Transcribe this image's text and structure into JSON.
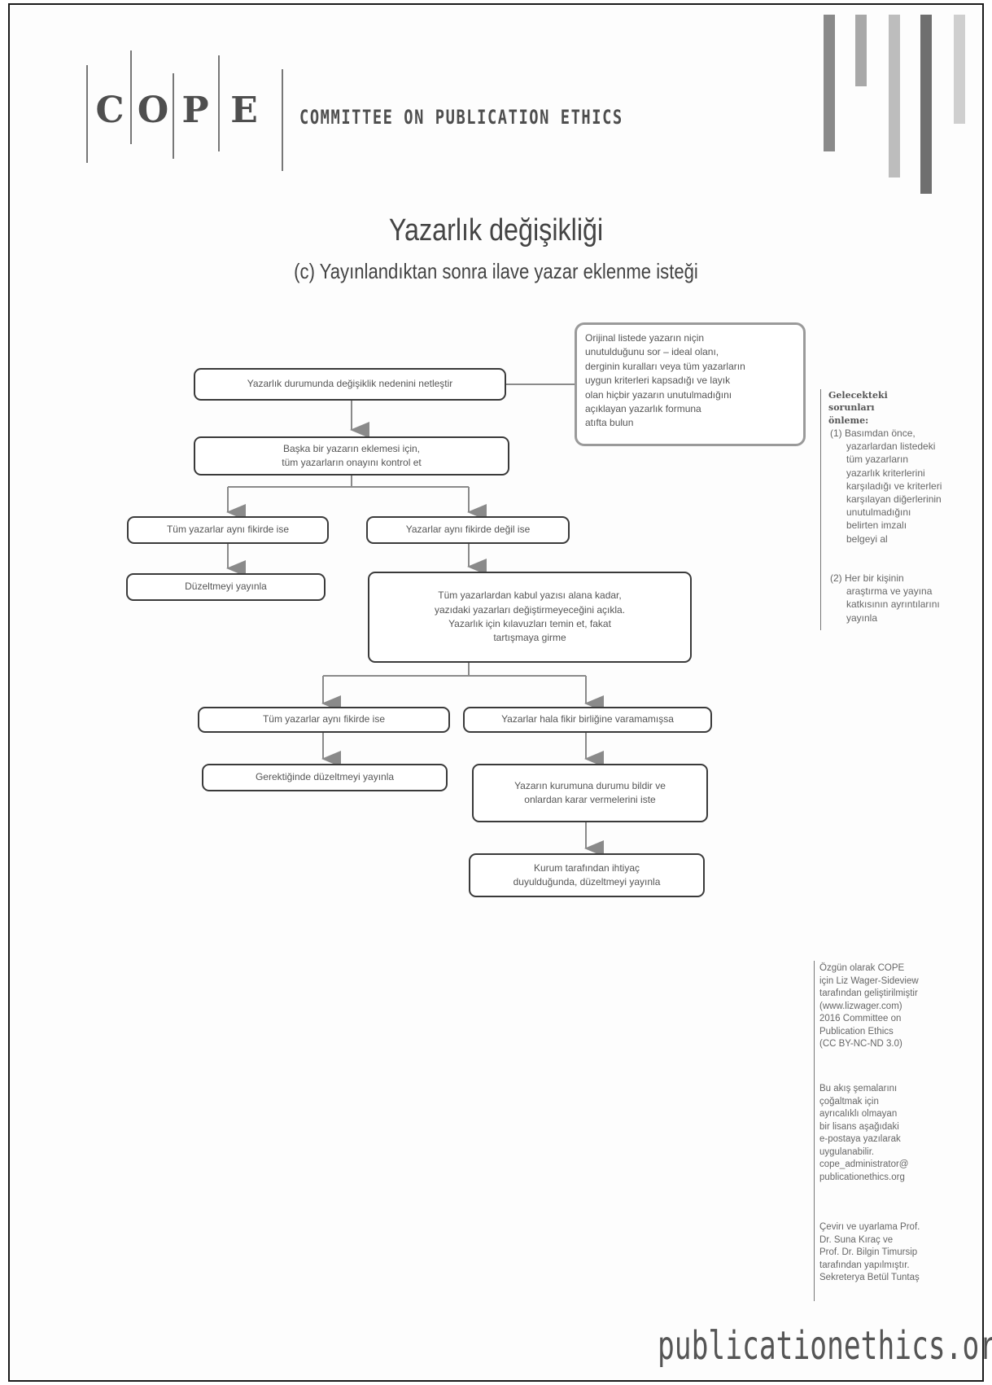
{
  "header": {
    "logo_letters": [
      "C",
      "O",
      "P",
      "E"
    ],
    "org_name": "COMMITTEE ON PUBLICATION ETHICS"
  },
  "title": "Yazarlık değişikliği",
  "subtitle": "(c) Yayınlandıktan sonra ilave yazar eklenme isteği",
  "flow": {
    "step_clarify": "Yazarlık durumunda değişiklik nedenini netleştir",
    "note_original": [
      "Orijinal listede yazarın niçin",
      "unutulduğunu sor – ideal olanı,",
      "derginin kuralları veya tüm yazarların",
      "uygun kriterleri kapsadığı ve layık",
      "olan hiçbir yazarın unutulmadığını",
      "açıklayan yazarlık formuna",
      "atıfta bulun"
    ],
    "step_check": [
      "Başka bir yazarın eklemesi için,",
      "tüm yazarların onayını kontrol et"
    ],
    "branch_agree": "Tüm yazarlar aynı fikirde ise",
    "branch_disagree": "Yazarlar aynı fikirde değil ise",
    "step_publish_correction": "Düzeltmeyi yayınla",
    "step_explain": [
      "Tüm yazarlardan kabul yazısı alana kadar,",
      "yazıdaki yazarları değiştirmeyeceğini açıkla.",
      "Yazarlık için kılavuzları temin et, fakat",
      "tartışmaya girme"
    ],
    "branch_agree2": "Tüm yazarlar aynı fikirde ise",
    "branch_no_consensus": "Yazarlar hala fikir birliğine varamamışsa",
    "step_publish_if_needed": "Gerektiğinde düzeltmeyi yayınla",
    "step_inform_institution": [
      "Yazarın kurumuna durumu bildir ve",
      "onlardan karar vermelerini iste"
    ],
    "step_institution_publish": [
      "Kurum tarafından ihtiyaç",
      "duyulduğunda, düzeltmeyi yayınla"
    ]
  },
  "sidebar": {
    "heading": [
      "Gelecekteki",
      "sorunları önleme:"
    ],
    "item1": [
      "(1) Basımdan önce,",
      "yazarlardan listedeki",
      "tüm yazarların",
      "yazarlık kriterlerini",
      "karşıladığı ve kriterleri",
      "karşılayan diğerlerinin",
      "unutulmadığını",
      "belirten imzalı",
      "belgeyi al"
    ],
    "item2": [
      "(2) Her bir kişinin",
      "araştırma ve yayına",
      "katkısının ayrıntılarını",
      "yayınla"
    ]
  },
  "footer": {
    "credits": [
      "Özgün olarak COPE",
      "için Liz Wager-Sideview",
      "tarafından geliştirilmiştir",
      "(www.lizwager.com)",
      "2016 Committee on",
      "Publication Ethics",
      "(CC BY-NC-ND 3.0)"
    ],
    "license": [
      "Bu akış şemalarını",
      "çoğaltmak için",
      "ayrıcalıklı olmayan",
      "bir lisans aşağıdaki",
      "e-postaya yazılarak",
      "uygulanabilir.",
      "cope_administrator@",
      "publicationethics.org"
    ],
    "translation": [
      "Çevirı ve uyarlama Prof.",
      "Dr. Suna Kıraç ve",
      "Prof. Dr. Bilgin Timursip",
      "tarafından yapılmıştır.",
      "Sekreterya Betül Tuntaş"
    ],
    "website": "publicationethics.org"
  }
}
